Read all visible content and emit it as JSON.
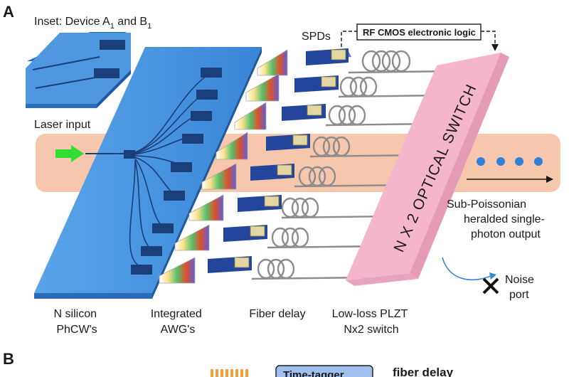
{
  "panel_a": {
    "letter": "A",
    "inset_title": "Inset: Device A",
    "inset_sub1": "1",
    "inset_and": " and B",
    "inset_sub2": "1",
    "laser_input": "Laser input",
    "spds": "SPDs",
    "rf_logic": "RF CMOS electronic logic",
    "optical_switch": "N X 2 OPTICAL SWITCH",
    "output_lines": [
      "Sub-Poissonian",
      "heralded single-",
      "photon output"
    ],
    "noise_lines": [
      "Noise",
      "port"
    ],
    "bottom_labels": [
      {
        "line1": "N silicon",
        "line2": "PhCW's"
      },
      {
        "line1": "Integrated",
        "line2": "AWG's"
      },
      {
        "line1": "Fiber delay",
        "line2": ""
      },
      {
        "line1": "Low-loss PLZT",
        "line2": "Nx2 switch"
      }
    ],
    "colors": {
      "silicon_chip": "#4f98e0",
      "silicon_chip_dark": "#2a6cb8",
      "beam_band": "#f7c7ad",
      "switch": "#f5b6cd",
      "laser_arrow": "#33dd33",
      "photon": "#2f80d8",
      "detector": "#23459b"
    }
  },
  "panel_b": {
    "letter": "B",
    "time_tagger": "Time-tagger",
    "fiber_delay": "fiber delay"
  }
}
